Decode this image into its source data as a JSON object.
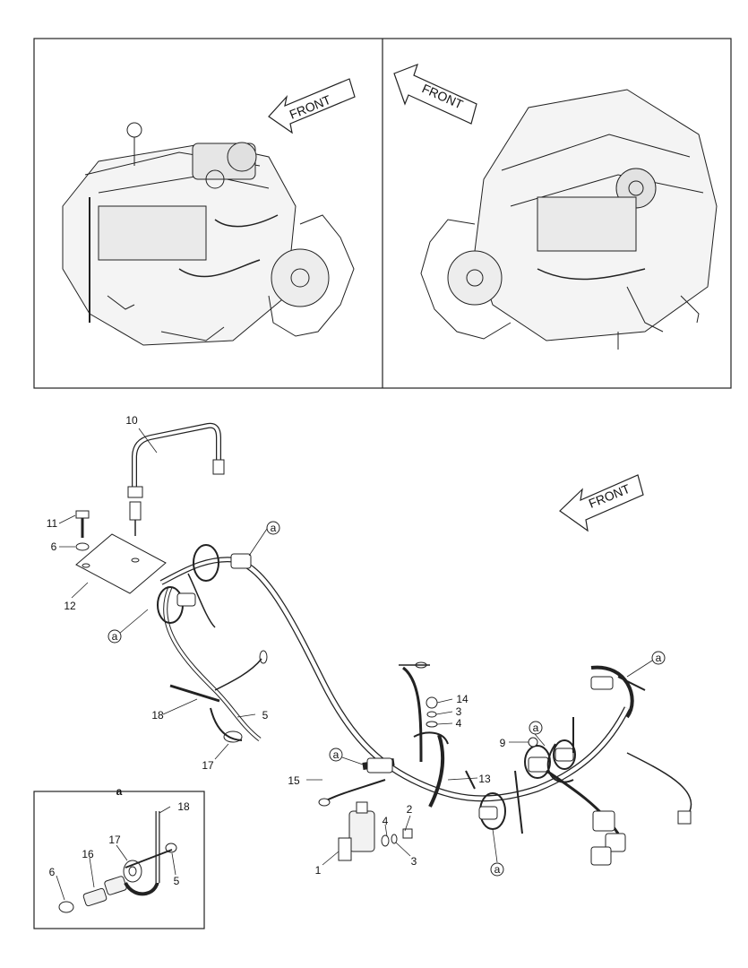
{
  "front_label": "FRONT",
  "detail_view_label": "a",
  "callout_marker": "a",
  "part_numbers": {
    "p1": "1",
    "p2": "2",
    "p3": "3",
    "p3b": "3",
    "p4": "4",
    "p4b": "4",
    "p5": "5",
    "p5b": "5",
    "p6": "6",
    "p6b": "6",
    "p9": "9",
    "p10": "10",
    "p11": "11",
    "p12": "12",
    "p13": "13",
    "p14": "14",
    "p15": "15",
    "p16": "16",
    "p17": "17",
    "p17b": "17",
    "p18": "18",
    "p18b": "18"
  }
}
